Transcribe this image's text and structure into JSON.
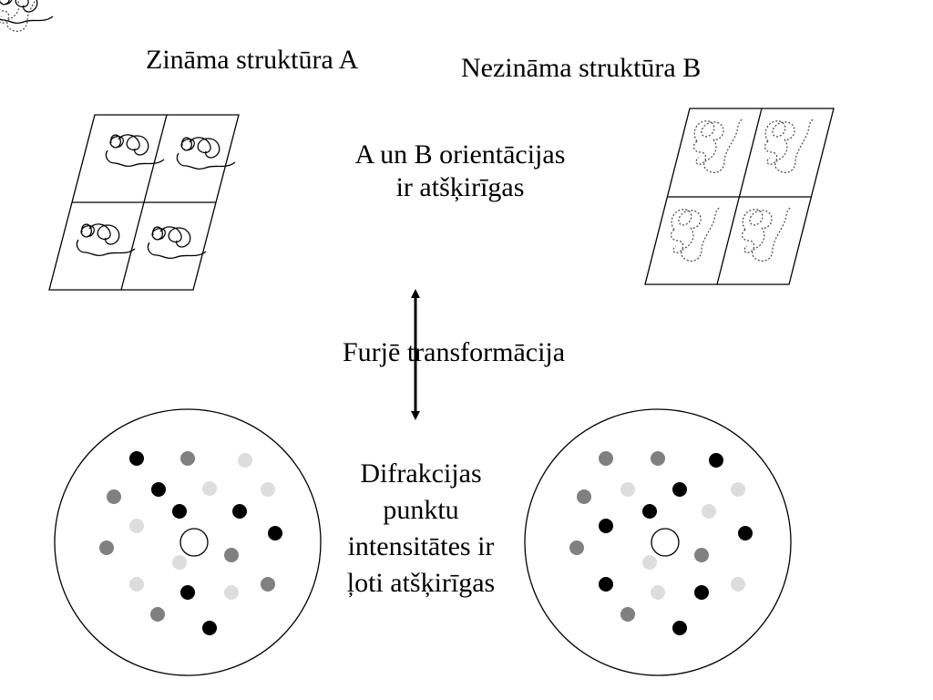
{
  "labels": {
    "known_structure": "Zināma struktūra A",
    "unknown_structure": "Nezināma struktūra B",
    "orientation_line1": "A un B orientācijas",
    "orientation_line2": "ir atšķirīgas",
    "fourier": "Furjē transformācija",
    "diffraction_lines": [
      "Difrakcijas",
      "punktu",
      "intensitātes ir",
      "ļoti atšķirīgas"
    ]
  },
  "colors": {
    "strong": "#000000",
    "medium": "#808080",
    "weak": "#dddddd"
  },
  "icons": {
    "arrow": "double-headed-vertical-arrow"
  }
}
